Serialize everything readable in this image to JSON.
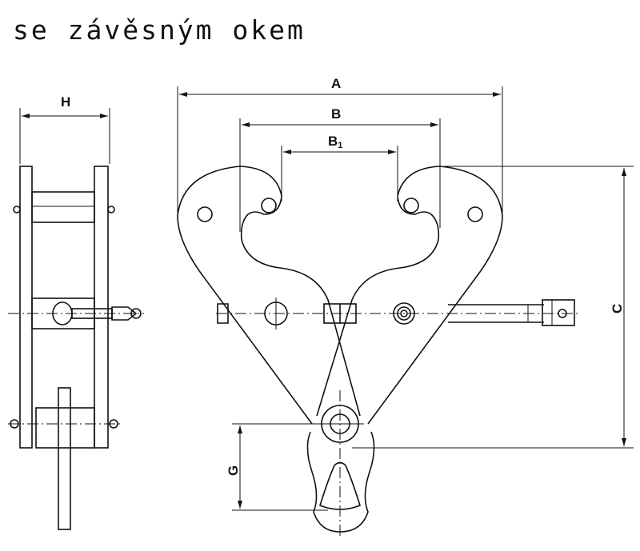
{
  "title": "se závěsným okem",
  "dimensions": {
    "H": "H",
    "A": "A",
    "B": "B",
    "B1_main": "B",
    "B1_sub": "1",
    "C": "C",
    "G": "G"
  }
}
